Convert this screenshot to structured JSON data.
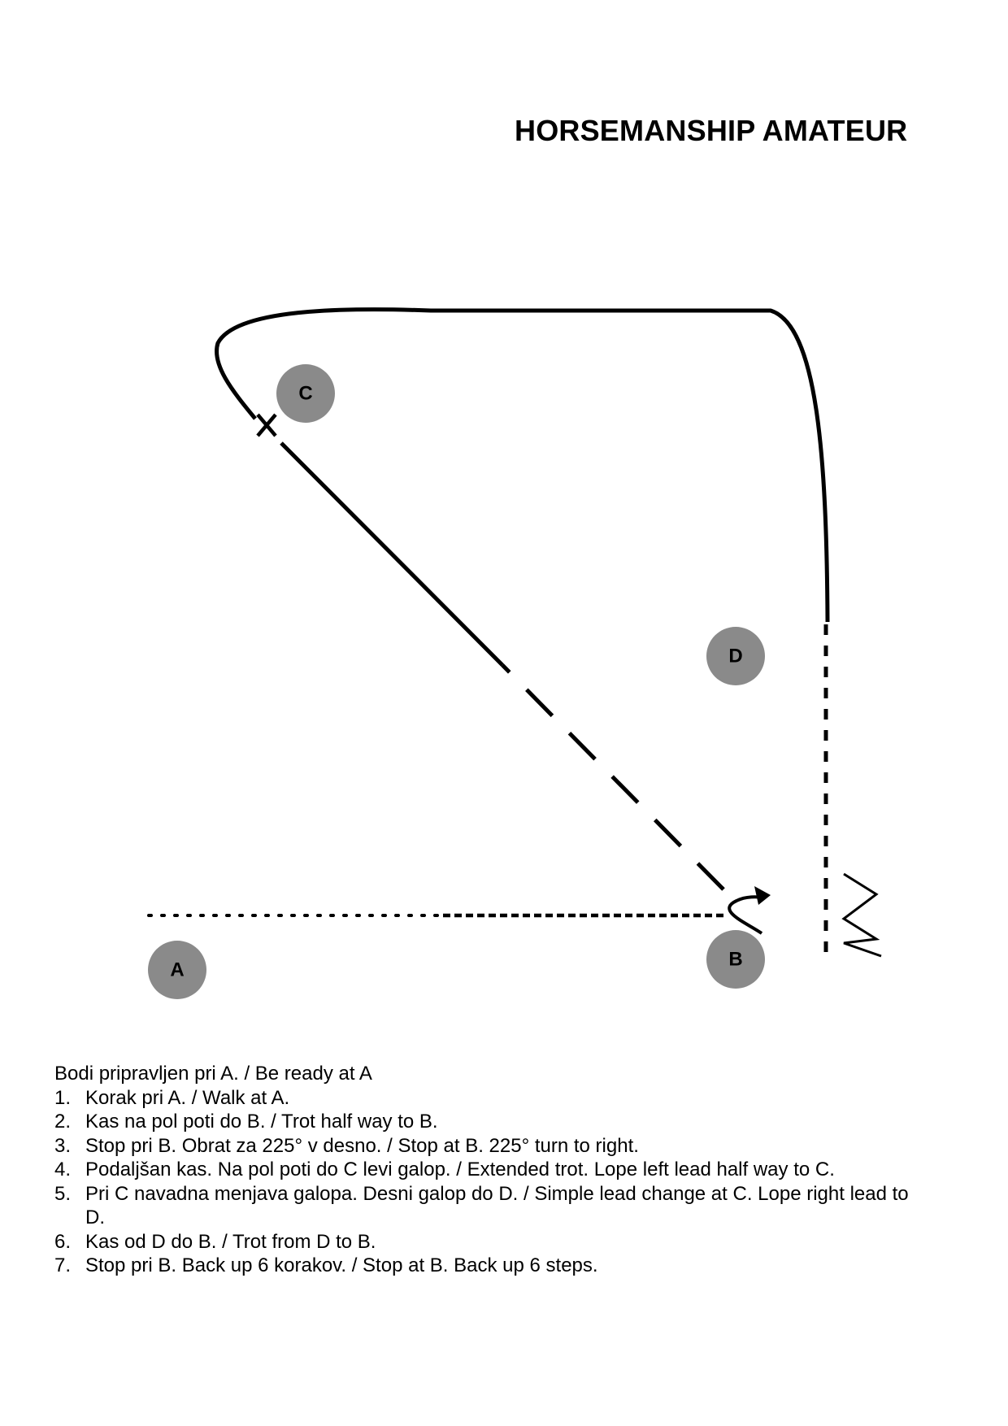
{
  "title": "HORSEMANSHIP AMATEUR",
  "colors": {
    "line": "#000000",
    "cone": "#8a8a8a",
    "background": "#ffffff"
  },
  "markers": {
    "a": "A",
    "b": "B",
    "c": "C",
    "d": "D",
    "cross": "X"
  },
  "instructions": {
    "intro": "Bodi pripravljen pri A. / Be ready at A",
    "steps": [
      {
        "num": "1.",
        "text": "Korak pri A. / Walk at A."
      },
      {
        "num": "2.",
        "text": "Kas na pol poti do B. / Trot half way to B."
      },
      {
        "num": "3.",
        "text": "Stop pri B. Obrat za 225° v desno. / Stop at B. 225° turn to right."
      },
      {
        "num": "4.",
        "text": "Podaljšan kas. Na pol poti do C levi galop. / Extended trot. Lope left lead half way to C."
      },
      {
        "num": "5.",
        "text": "Pri C navadna menjava galopa. Desni galop do D. / Simple lead change at C. Lope right lead to D."
      },
      {
        "num": "6.",
        "text": "Kas od D do B. / Trot from D to B."
      },
      {
        "num": "7.",
        "text": "Stop pri B. Back up 6 korakov. / Stop at B. Back up 6 steps."
      }
    ]
  }
}
